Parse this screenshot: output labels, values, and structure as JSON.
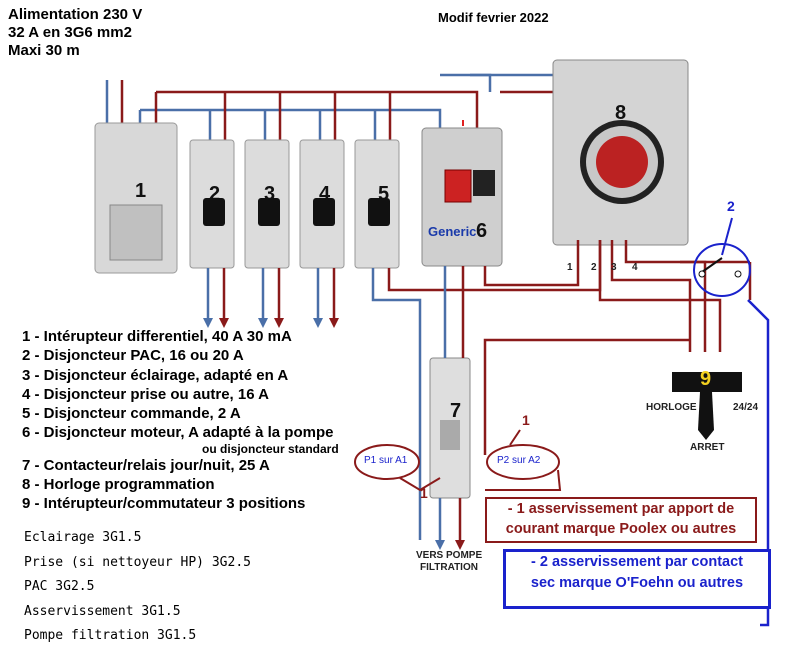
{
  "title": {
    "line1": "Alimentation 230 V",
    "line2": "32 A en 3G6 mm2",
    "line3": "Maxi 30 m"
  },
  "modif": "Modif fevrier 2022",
  "device_numbers": [
    "1",
    "2",
    "3",
    "4",
    "5",
    "6",
    "7",
    "8",
    "9"
  ],
  "generic_label": "Generic",
  "legend": [
    "1 - Intérupteur differentiel, 40 A 30 mA",
    "2 - Disjoncteur PAC, 16 ou 20 A",
    "3 - Disjoncteur éclairage, adapté en A",
    "4 - Disjoncteur prise ou autre, 16 A",
    "5 - Disjoncteur commande, 2 A",
    "6 - Disjoncteur moteur, A adapté à la pompe",
    "ou disjoncteur standard",
    "7 - Contacteur/relais jour/nuit, 25 A",
    "8 - Horloge programmation",
    "9 - Intérupteur/commutateur 3 positions"
  ],
  "cables": [
    "Eclairage 3G1.5",
    "Prise (si nettoyeur HP) 3G2.5",
    "PAC 3G2.5",
    "Asservissement 3G1.5",
    "Pompe filtration 3G1.5"
  ],
  "clock_terminals": [
    "1",
    "2",
    "3",
    "4"
  ],
  "switch9": {
    "horloge": "HORLOGE",
    "24": "24/24",
    "arret": "ARRET"
  },
  "p1": "P1 sur A1",
  "p2": "P2 sur A2",
  "marker1": "1",
  "marker1b": "1",
  "marker2": "2",
  "vers_pompe": "VERS POMPE",
  "filtration": "FILTRATION",
  "box1": {
    "line1": "- 1 asservissement par apport de",
    "line2": "courant marque Poolex ou autres"
  },
  "box2": {
    "line1": "- 2 asservissement par contact",
    "line2": "sec marque O'Foehn ou autres"
  },
  "colors": {
    "brown": "#8a1a1a",
    "blue": "#4a6fa8",
    "blue_loop": "#1a22cc",
    "red_dash": "#e02020"
  }
}
